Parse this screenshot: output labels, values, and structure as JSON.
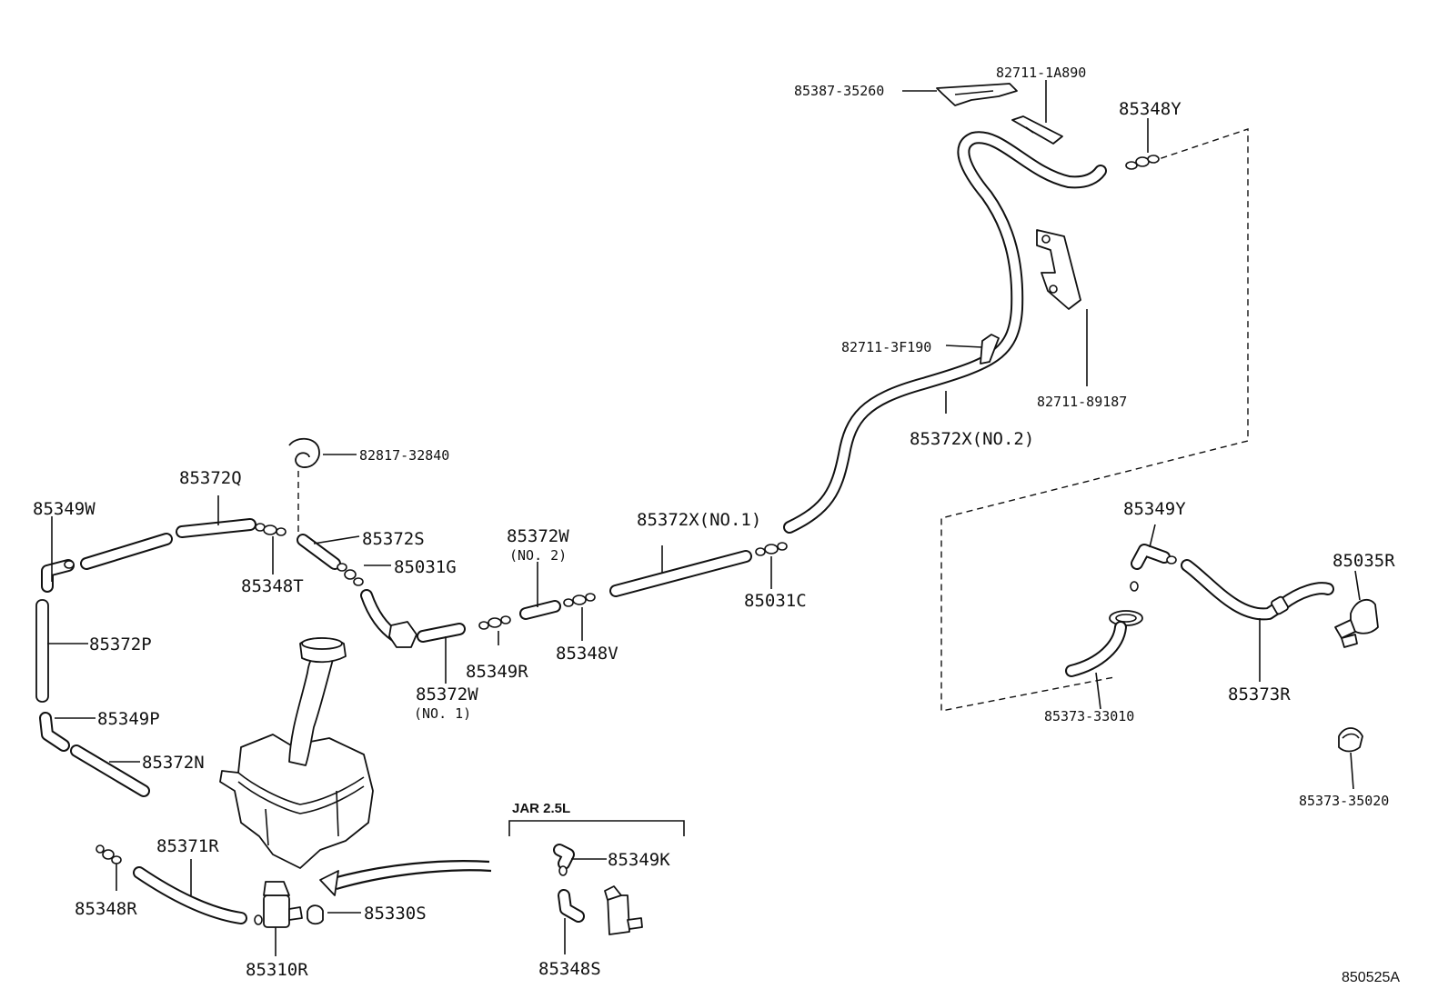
{
  "diagram_code": "850525A",
  "section_label": "JAR 2.5L",
  "parts": {
    "p85387_35260": "85387-35260",
    "p82711_1A890": "82711-1A890",
    "p85348Y": "85348Y",
    "p82711_3F190": "82711-3F190",
    "p82711_89187": "82711-89187",
    "p85372X_no2": "85372X(NO.2)",
    "p82817_32840": "82817-32840",
    "p85372Q": "85372Q",
    "p85349W": "85349W",
    "p85372S": "85372S",
    "p85031G": "85031G",
    "p85348T": "85348T",
    "p85372W_no2": "85372W",
    "p85372W_no2_note": "(NO. 2)",
    "p85372X_no1": "85372X(NO.1)",
    "p85031C": "85031C",
    "p85348V": "85348V",
    "p85349R": "85349R",
    "p85372W_no1": "85372W",
    "p85372W_no1_note": "(NO. 1)",
    "p85372P": "85372P",
    "p85349P": "85349P",
    "p85372N": "85372N",
    "p85371R": "85371R",
    "p85348R": "85348R",
    "p85330S": "85330S",
    "p85310R": "85310R",
    "p85349K": "85349K",
    "p85348S": "85348S",
    "p85349Y": "85349Y",
    "p85035R": "85035R",
    "p85373R": "85373R",
    "p85373_33010": "85373-33010",
    "p85373_35020": "85373-35020"
  }
}
